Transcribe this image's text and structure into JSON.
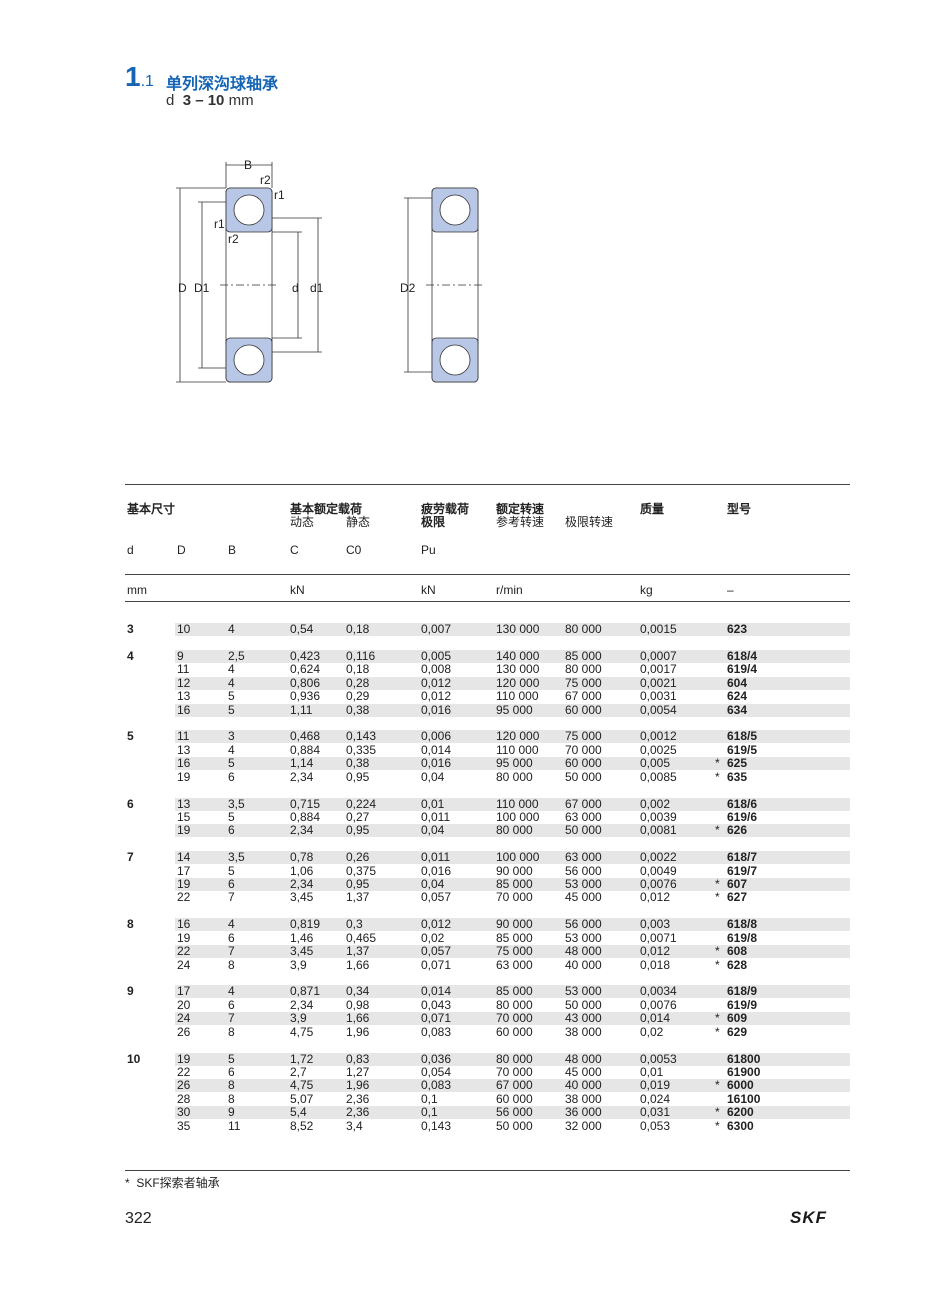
{
  "section": {
    "number": "1",
    "subnumber": ".1",
    "title": "单列深沟球轴承",
    "size_prefix": "d",
    "size_range": "3 – 10",
    "size_unit": "mm"
  },
  "drawing": {
    "labels": {
      "B": "B",
      "r1": "r1",
      "r2": "r2",
      "D": "D",
      "D1": "D1",
      "d": "d",
      "d1": "d1",
      "D2": "D2"
    }
  },
  "table": {
    "header": {
      "basic_dimensions": "基本尺寸",
      "load_ratings": "基本额定载荷",
      "dynamic": "动态",
      "static": "静态",
      "fatigue_1": "疲劳载荷",
      "fatigue_2": "极限",
      "speed_ratings": "额定转速",
      "reference_speed": "参考转速",
      "limiting_speed": "极限转速",
      "mass": "质量",
      "designation": "型号",
      "sym_d": "d",
      "sym_D": "D",
      "sym_B": "B",
      "sym_C": "C",
      "sym_C0": "C0",
      "sym_Pu": "Pu"
    },
    "units": {
      "mm": "mm",
      "kN": "kN",
      "kN2": "kN",
      "rpm": "r/min",
      "kg": "kg",
      "dash": "–"
    },
    "groups": [
      {
        "d": "3",
        "rows": [
          {
            "D": "10",
            "B": "4",
            "C": "0,54",
            "C0": "0,18",
            "Pu": "0,007",
            "ref": "130 000",
            "lim": "80 000",
            "mass": "0,0015",
            "star": "",
            "des": "623"
          }
        ]
      },
      {
        "d": "4",
        "rows": [
          {
            "D": "9",
            "B": "2,5",
            "C": "0,423",
            "C0": "0,116",
            "Pu": "0,005",
            "ref": "140 000",
            "lim": "85 000",
            "mass": "0,0007",
            "star": "",
            "des": "618/4"
          },
          {
            "D": "11",
            "B": "4",
            "C": "0,624",
            "C0": "0,18",
            "Pu": "0,008",
            "ref": "130 000",
            "lim": "80 000",
            "mass": "0,0017",
            "star": "",
            "des": "619/4"
          },
          {
            "D": "12",
            "B": "4",
            "C": "0,806",
            "C0": "0,28",
            "Pu": "0,012",
            "ref": "120 000",
            "lim": "75 000",
            "mass": "0,0021",
            "star": "",
            "des": "604"
          },
          {
            "D": "13",
            "B": "5",
            "C": "0,936",
            "C0": "0,29",
            "Pu": "0,012",
            "ref": "110 000",
            "lim": "67 000",
            "mass": "0,0031",
            "star": "",
            "des": "624"
          },
          {
            "D": "16",
            "B": "5",
            "C": "1,11",
            "C0": "0,38",
            "Pu": "0,016",
            "ref": "95 000",
            "lim": "60 000",
            "mass": "0,0054",
            "star": "",
            "des": "634"
          }
        ]
      },
      {
        "d": "5",
        "rows": [
          {
            "D": "11",
            "B": "3",
            "C": "0,468",
            "C0": "0,143",
            "Pu": "0,006",
            "ref": "120 000",
            "lim": "75 000",
            "mass": "0,0012",
            "star": "",
            "des": "618/5"
          },
          {
            "D": "13",
            "B": "4",
            "C": "0,884",
            "C0": "0,335",
            "Pu": "0,014",
            "ref": "110 000",
            "lim": "70 000",
            "mass": "0,0025",
            "star": "",
            "des": "619/5"
          },
          {
            "D": "16",
            "B": "5",
            "C": "1,14",
            "C0": "0,38",
            "Pu": "0,016",
            "ref": "95 000",
            "lim": "60 000",
            "mass": "0,005",
            "star": "*",
            "des": "625"
          },
          {
            "D": "19",
            "B": "6",
            "C": "2,34",
            "C0": "0,95",
            "Pu": "0,04",
            "ref": "80 000",
            "lim": "50 000",
            "mass": "0,0085",
            "star": "*",
            "des": "635"
          }
        ]
      },
      {
        "d": "6",
        "rows": [
          {
            "D": "13",
            "B": "3,5",
            "C": "0,715",
            "C0": "0,224",
            "Pu": "0,01",
            "ref": "110 000",
            "lim": "67 000",
            "mass": "0,002",
            "star": "",
            "des": "618/6"
          },
          {
            "D": "15",
            "B": "5",
            "C": "0,884",
            "C0": "0,27",
            "Pu": "0,011",
            "ref": "100 000",
            "lim": "63 000",
            "mass": "0,0039",
            "star": "",
            "des": "619/6"
          },
          {
            "D": "19",
            "B": "6",
            "C": "2,34",
            "C0": "0,95",
            "Pu": "0,04",
            "ref": "80 000",
            "lim": "50 000",
            "mass": "0,0081",
            "star": "*",
            "des": "626"
          }
        ]
      },
      {
        "d": "7",
        "rows": [
          {
            "D": "14",
            "B": "3,5",
            "C": "0,78",
            "C0": "0,26",
            "Pu": "0,011",
            "ref": "100 000",
            "lim": "63 000",
            "mass": "0,0022",
            "star": "",
            "des": "618/7"
          },
          {
            "D": "17",
            "B": "5",
            "C": "1,06",
            "C0": "0,375",
            "Pu": "0,016",
            "ref": "90 000",
            "lim": "56 000",
            "mass": "0,0049",
            "star": "",
            "des": "619/7"
          },
          {
            "D": "19",
            "B": "6",
            "C": "2,34",
            "C0": "0,95",
            "Pu": "0,04",
            "ref": "85 000",
            "lim": "53 000",
            "mass": "0,0076",
            "star": "*",
            "des": "607"
          },
          {
            "D": "22",
            "B": "7",
            "C": "3,45",
            "C0": "1,37",
            "Pu": "0,057",
            "ref": "70 000",
            "lim": "45 000",
            "mass": "0,012",
            "star": "*",
            "des": "627"
          }
        ]
      },
      {
        "d": "8",
        "rows": [
          {
            "D": "16",
            "B": "4",
            "C": "0,819",
            "C0": "0,3",
            "Pu": "0,012",
            "ref": "90 000",
            "lim": "56 000",
            "mass": "0,003",
            "star": "",
            "des": "618/8"
          },
          {
            "D": "19",
            "B": "6",
            "C": "1,46",
            "C0": "0,465",
            "Pu": "0,02",
            "ref": "85 000",
            "lim": "53 000",
            "mass": "0,0071",
            "star": "",
            "des": "619/8"
          },
          {
            "D": "22",
            "B": "7",
            "C": "3,45",
            "C0": "1,37",
            "Pu": "0,057",
            "ref": "75 000",
            "lim": "48 000",
            "mass": "0,012",
            "star": "*",
            "des": "608"
          },
          {
            "D": "24",
            "B": "8",
            "C": "3,9",
            "C0": "1,66",
            "Pu": "0,071",
            "ref": "63 000",
            "lim": "40 000",
            "mass": "0,018",
            "star": "*",
            "des": "628"
          }
        ]
      },
      {
        "d": "9",
        "rows": [
          {
            "D": "17",
            "B": "4",
            "C": "0,871",
            "C0": "0,34",
            "Pu": "0,014",
            "ref": "85 000",
            "lim": "53 000",
            "mass": "0,0034",
            "star": "",
            "des": "618/9"
          },
          {
            "D": "20",
            "B": "6",
            "C": "2,34",
            "C0": "0,98",
            "Pu": "0,043",
            "ref": "80 000",
            "lim": "50 000",
            "mass": "0,0076",
            "star": "",
            "des": "619/9"
          },
          {
            "D": "24",
            "B": "7",
            "C": "3,9",
            "C0": "1,66",
            "Pu": "0,071",
            "ref": "70 000",
            "lim": "43 000",
            "mass": "0,014",
            "star": "*",
            "des": "609"
          },
          {
            "D": "26",
            "B": "8",
            "C": "4,75",
            "C0": "1,96",
            "Pu": "0,083",
            "ref": "60 000",
            "lim": "38 000",
            "mass": "0,02",
            "star": "*",
            "des": "629"
          }
        ]
      },
      {
        "d": "10",
        "rows": [
          {
            "D": "19",
            "B": "5",
            "C": "1,72",
            "C0": "0,83",
            "Pu": "0,036",
            "ref": "80 000",
            "lim": "48 000",
            "mass": "0,0053",
            "star": "",
            "des": "61800"
          },
          {
            "D": "22",
            "B": "6",
            "C": "2,7",
            "C0": "1,27",
            "Pu": "0,054",
            "ref": "70 000",
            "lim": "45 000",
            "mass": "0,01",
            "star": "",
            "des": "61900"
          },
          {
            "D": "26",
            "B": "8",
            "C": "4,75",
            "C0": "1,96",
            "Pu": "0,083",
            "ref": "67 000",
            "lim": "40 000",
            "mass": "0,019",
            "star": "*",
            "des": "6000"
          },
          {
            "D": "28",
            "B": "8",
            "C": "5,07",
            "C0": "2,36",
            "Pu": "0,1",
            "ref": "60 000",
            "lim": "38 000",
            "mass": "0,024",
            "star": "",
            "des": "16100"
          },
          {
            "D": "30",
            "B": "9",
            "C": "5,4",
            "C0": "2,36",
            "Pu": "0,1",
            "ref": "56 000",
            "lim": "36 000",
            "mass": "0,031",
            "star": "*",
            "des": "6200"
          },
          {
            "D": "35",
            "B": "11",
            "C": "8,52",
            "C0": "3,4",
            "Pu": "0,143",
            "ref": "50 000",
            "lim": "32 000",
            "mass": "0,053",
            "star": "*",
            "des": "6300"
          }
        ]
      }
    ]
  },
  "footer": {
    "note_star": "*",
    "note_text": "SKF探索者轴承",
    "page_number": "322",
    "logo": "SKF"
  }
}
